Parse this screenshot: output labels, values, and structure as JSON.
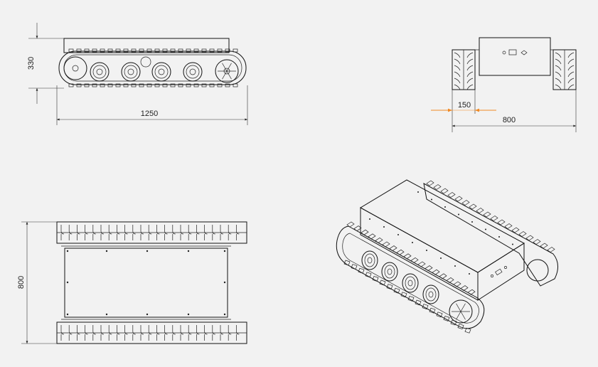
{
  "drawing": {
    "dimensions": {
      "side_height": "330",
      "side_length": "1250",
      "front_track_width": "150",
      "front_total_width": "800",
      "top_width": "800"
    },
    "colors": {
      "background": "#f2f2f2",
      "line": "#111111",
      "dimension_line": "#333333",
      "highlight_dimension": "#f08a24"
    }
  }
}
